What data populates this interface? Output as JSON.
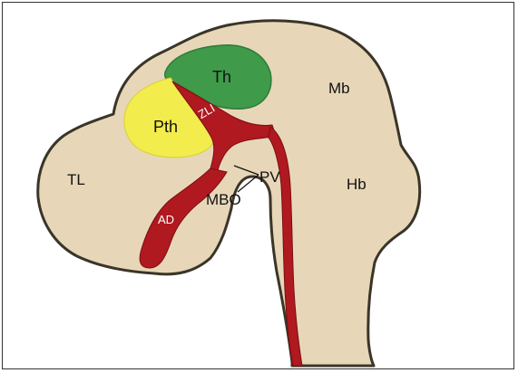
{
  "diagram": {
    "labels": {
      "th": "Th",
      "pth": "Pth",
      "zli": "ZLI",
      "mb": "Mb",
      "tl": "TL",
      "pv": "PV",
      "mbo": "MBO",
      "hb": "Hb",
      "ad": "AD"
    },
    "colors": {
      "tissue": "#e7d7b8",
      "outline": "#3a3528",
      "vessel": "#b0191f",
      "thalamus": "#3f9a4a",
      "prethalamus": "#f2ec4c",
      "label_light": "#ffffff",
      "label_dark": "#111111"
    }
  }
}
